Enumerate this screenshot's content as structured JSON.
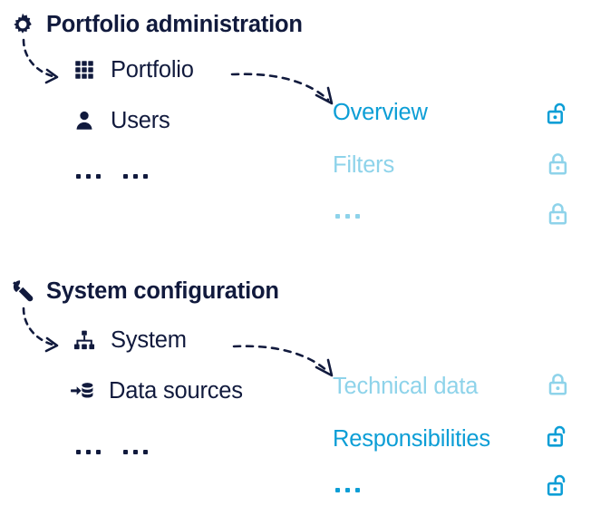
{
  "colors": {
    "navy": "#111a3d",
    "accent_blue": "#0c9ed6",
    "muted_blue": "#8ed3ea",
    "background": "#ffffff"
  },
  "sections": [
    {
      "id": "portfolio-administration",
      "title": "Portfolio administration",
      "header_icon": "gear-icon",
      "menu_items": [
        {
          "label": "Portfolio",
          "icon": "grid-icon"
        },
        {
          "label": "Users",
          "icon": "user-icon"
        }
      ],
      "menu_ellipsis": "...",
      "pages": [
        {
          "label": "Overview",
          "state": "unlocked",
          "emphasis": "strong",
          "lock_icon": "unlock-icon"
        },
        {
          "label": "Filters",
          "state": "locked",
          "emphasis": "muted",
          "lock_icon": "lock-icon"
        },
        {
          "label": "...",
          "state": "locked",
          "emphasis": "muted",
          "lock_icon": "lock-icon"
        }
      ]
    },
    {
      "id": "system-configuration",
      "title": "System configuration",
      "header_icon": "wrench-icon",
      "menu_items": [
        {
          "label": "System",
          "icon": "sitemap-icon"
        },
        {
          "label": "Data sources",
          "icon": "database-import-icon"
        }
      ],
      "menu_ellipsis": "...",
      "pages": [
        {
          "label": "Technical data",
          "state": "locked",
          "emphasis": "muted",
          "lock_icon": "lock-icon"
        },
        {
          "label": "Responsibilities",
          "state": "unlocked",
          "emphasis": "strong",
          "lock_icon": "unlock-icon"
        },
        {
          "label": "...",
          "state": "unlocked",
          "emphasis": "strong",
          "lock_icon": "unlock-icon"
        }
      ]
    }
  ],
  "connectors": [
    {
      "name": "gear-to-portfolio",
      "style": "dashed-arrow"
    },
    {
      "name": "portfolio-to-overview",
      "style": "dashed-arrow"
    },
    {
      "name": "wrench-to-system",
      "style": "dashed-arrow"
    },
    {
      "name": "system-to-technical-data",
      "style": "dashed-arrow"
    }
  ]
}
